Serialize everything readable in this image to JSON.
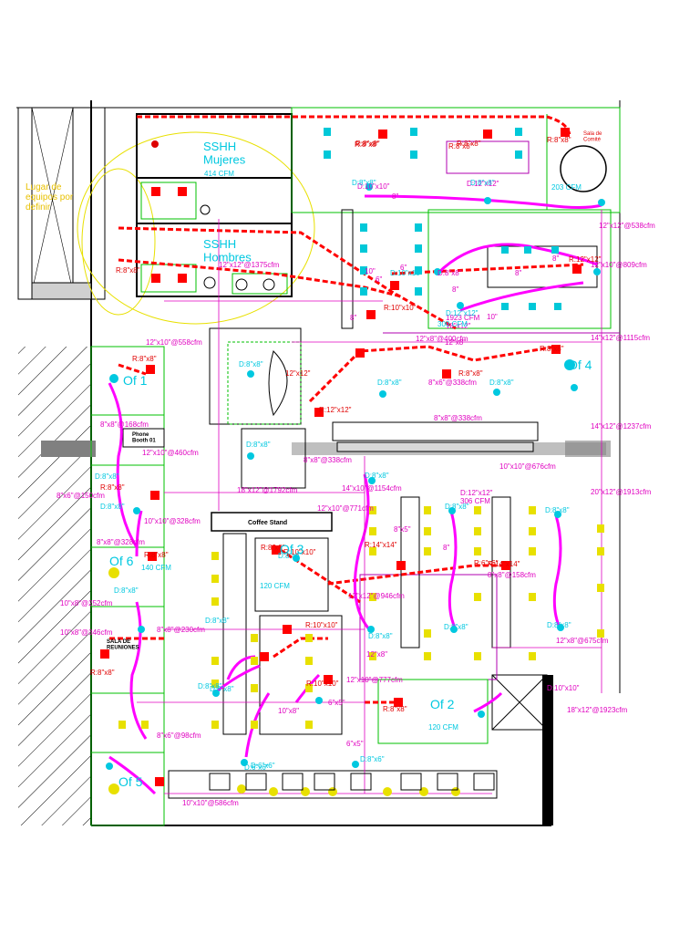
{
  "rooms": {
    "sshh_mujeres": {
      "name": "SSHH\nMujeres",
      "cfm": "414 CFM"
    },
    "sshh_hombres": {
      "name": "SSHH\nHombres"
    },
    "lugar_equipos": "Lugar de\nequipos por\ndefinir",
    "sala_comite": "Sala de\nComité",
    "coffee_stand": "Coffee Stand",
    "phone_booth": "Phone\nBooth 01",
    "sala_reuniones": "SALA DE\nREUNIONES"
  },
  "duct_labels_pink": [
    "12\"x10\"@558cfm",
    "8\"x8\"@168cfm",
    "12\"x10\"@460cfm",
    "8\"x6\"@150cfm",
    "10\"x10\"@328cfm",
    "8\"x8\"@328cfm",
    "10\"x8\"@346cfm",
    "8\"x8\"@230cfm",
    "10\"x8\"@252cfm",
    "8\"x6\"@98cfm",
    "10\"x10\"@586cfm",
    "12\"x12\"@1375cfm",
    "18\"x12\"@1792cfm",
    "12\"x10\"@771cfm",
    "14\"x10\"@1154cfm",
    "12\"x12\"@946cfm",
    "8\"x8\"@158cfm",
    "12\"x10\"@777cfm",
    "10\"x8\"",
    "6\"x5\"",
    "6\"x5\"",
    "8\"x8\"@338cfm",
    "8\"x8\"@338cfm",
    "12\"x8\"@400cfm",
    "8\"x6\"@338cfm",
    "10\"x10\"@676cfm",
    "12\"x12\"@538cfm",
    "12\"x10\"@809cfm",
    "14\"x12\"@1115cfm",
    "14\"x12\"@1237cfm",
    "20\"x12\"@1913cfm",
    "12\"x8\"@675cfm",
    "18\"x12\"@1923cfm",
    "1923 CFM\n18\"x12\"",
    "D:12\"x12\"\n306 CFM",
    "12\"x8\"",
    "12\"x8\"",
    "8\"x5\"",
    "8\"",
    "8\"",
    "6\"",
    "6\"",
    "10\"",
    "8\"",
    "8\"",
    "8\"",
    "8\"",
    "10\"",
    "D:10\"x10\"",
    "D:8\"x8\"",
    "D:12\"x12\"",
    "D:10\"x10\""
  ],
  "grille_labels_red": [
    "R:8\"x8\"",
    "R:8\"x8\"",
    "R:8\"x8\"",
    "R:8\"x8\"",
    "R:12\"x12\"",
    "R:8\"x8\"",
    "R:12\"x12\"",
    "R:10\"x10\"",
    "R:8\"x8\"",
    "R:8\"x8\"",
    "R:8\"x8\"",
    "R:8\"x8\"",
    "R:14\"x14\"",
    "R:14\"x14\"",
    "R:8\"x8\"",
    "R:10\"x10\"",
    "R:10\"x10\"",
    "R:8\"x8\"",
    "R:8\"x8\"",
    "R:6\"x6\"",
    "R:10\"x10\"",
    "R:8\"x8\"",
    "R:8\"x8\"",
    "12\"x12\""
  ],
  "diffuser_labels_cyan": [
    "D:8\"x8\"",
    "D:8\"x8\"",
    "D:8\"x8\"",
    "D:8\"x8\"",
    "D:8\"x8\"",
    "D:8\"x8\"",
    "D:8\"x8\"",
    "D:8\"x8\"",
    "D:8\"x8\"",
    "D:8\"x8\"",
    "D:8\"x8\"",
    "D:8\"x8\"",
    "D:8\"x8\"",
    "D:8\"x8\"",
    "D:8\"x8\"",
    "D:8\"x8\"",
    "D:8\"x6\"",
    "D:6\"x6\"",
    "D:8\"x8\"",
    "D:6\"x6\"",
    "D:10\"x10\"",
    "D:12\"x12\"",
    "D:8\"x8\"",
    "D:8\"x8\"",
    "Of 1",
    "Of 2",
    "Of 3",
    "Of 4",
    "Of 5",
    "Of 6",
    "203 CFM",
    "120 CFM",
    "120 CFM",
    "140 CFM",
    "300 CFM"
  ],
  "colors": {
    "duct_supply": "#ff00ff",
    "duct_return": "#ff0000",
    "diffuser": "#00c8e0",
    "walls": "#000000",
    "glass": "#00c000",
    "outline": "#e8c000"
  }
}
